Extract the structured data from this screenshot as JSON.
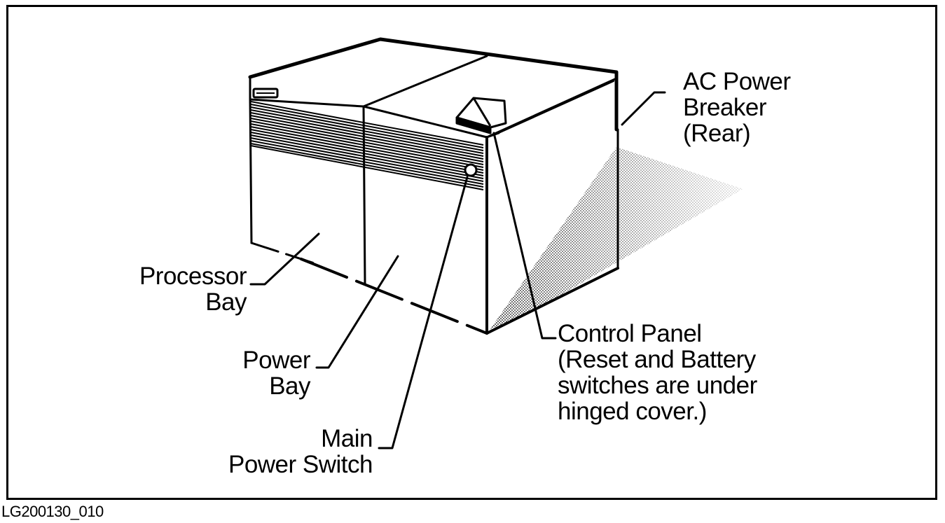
{
  "labels": {
    "ac_power_breaker": [
      "AC Power",
      "Breaker",
      "(Rear)"
    ],
    "processor_bay": [
      "Processor",
      "Bay"
    ],
    "power_bay": [
      "Power",
      "Bay"
    ],
    "main_power_switch": [
      "Main",
      "Power Switch"
    ],
    "control_panel": [
      "Control Panel",
      "(Reset and Battery",
      "switches are under",
      "hinged cover.)"
    ]
  },
  "figure_id": "LG200130_010"
}
